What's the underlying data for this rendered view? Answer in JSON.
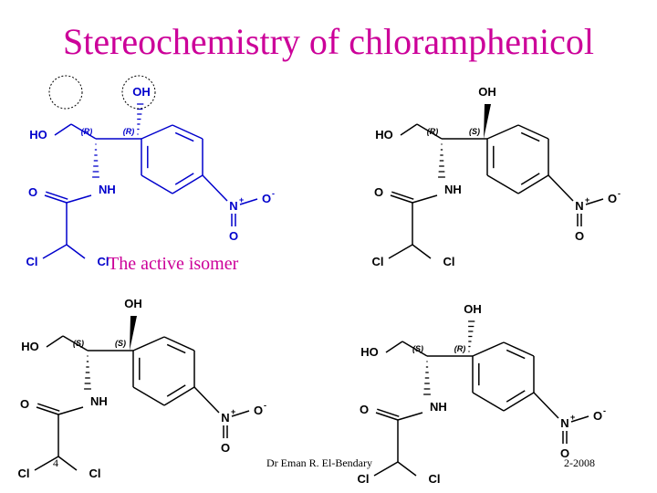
{
  "slide": {
    "title": "Stereochemistry of chloramphenicol",
    "caption": "The active isomer",
    "slide_number": "4",
    "author": "Dr Eman R. El-Bendary",
    "date": "2-2008"
  },
  "colors": {
    "title": "#cc0099",
    "active_structure": "#0000cc",
    "structure": "#000000"
  },
  "atom_labels": {
    "oh": "OH",
    "ho": "HO",
    "o": "O",
    "nh": "NH",
    "n": "N",
    "cl": "Cl",
    "plus": "+",
    "minus": "-"
  },
  "structures": [
    {
      "name": "active-isomer",
      "highlighted": true,
      "stereo_c2": "(R)",
      "stereo_c1": "(R)"
    },
    {
      "name": "isomer-r-s",
      "highlighted": false,
      "stereo_c2": "(R)",
      "stereo_c1": "(S)"
    },
    {
      "name": "isomer-s-s",
      "highlighted": false,
      "stereo_c2": "(S)",
      "stereo_c1": "(S)"
    },
    {
      "name": "isomer-s-r",
      "highlighted": false,
      "stereo_c2": "(S)",
      "stereo_c1": "(R)"
    }
  ]
}
